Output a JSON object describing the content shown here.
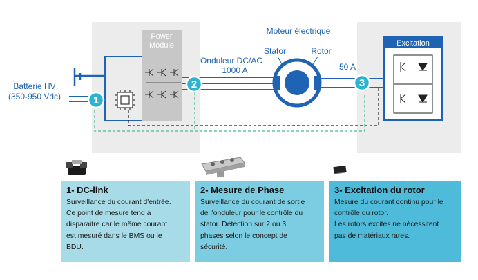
{
  "diagram": {
    "battery_label": "Batterie HV",
    "battery_range": "(350-950 Vdc)",
    "power_module_line1": "Power",
    "power_module_line2": "Module",
    "motor_title": "Moteur électrique",
    "stator_label": "Stator",
    "rotor_label": "Rotor",
    "inverter_label": "Onduleur DC/AC",
    "inverter_current": "1000 A",
    "excitation_current": "50 A",
    "excitation_label": "Excitation",
    "markers": [
      "1",
      "2",
      "3"
    ]
  },
  "cards": [
    {
      "title": "1- DC-link",
      "body": "Surveillance du courant d'entrée.\nCe point de mesure tend à\ndisparaitre car le même courant\nest mesuré dans le BMS ou le\nBDU.",
      "color": "#a8dbe8"
    },
    {
      "title": "2- Mesure de Phase",
      "body": "Surveillance du courant de sortie\nde l'onduleur pour le contrôle du\nstator. Détection sur 2 ou 3\nphases selon le concept de\nsécurité.",
      "color": "#7dcde2"
    },
    {
      "title": "3- Excitation du rotor",
      "body": "Mesure du courant continu pour le\ncontrôle du rotor.\nLes rotors excités ne nécessitent\npas de matériaux rares.",
      "color": "#4dbbd9"
    }
  ],
  "colors": {
    "blue": "#1e63b4",
    "marker": "#29b5d1",
    "panel": "#ececec",
    "module_grey": "#c7c7c7",
    "dashed_green": "#3fbf8c"
  }
}
